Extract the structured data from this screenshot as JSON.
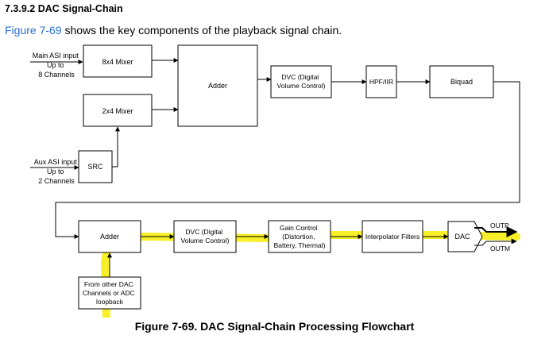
{
  "section": {
    "heading": "7.3.9.2 DAC Signal-Chain",
    "intro_link": "Figure 7-69",
    "intro_rest": " shows the key components of the playback signal chain."
  },
  "diagram": {
    "inputs": {
      "main_asi": [
        "Main ASI input",
        "Up to",
        "8 Channels"
      ],
      "aux_asi": [
        "Aux ASI input",
        "Up to",
        "2 Channels"
      ]
    },
    "blocks": {
      "mixer_8x4": "8x4 Mixer",
      "mixer_2x4": "2x4 Mixer",
      "src": "SRC",
      "adder_top": "Adder",
      "dvc_top": [
        "DVC (Digital",
        "Volume Control)"
      ],
      "hpf_iir": "HPF/IIR",
      "biquad": "Biquad",
      "adder_bottom": "Adder",
      "dvc_bottom": [
        "DVC (Digital",
        "Volume Control)"
      ],
      "gain_control": [
        "Gain Control",
        "(Distortion,",
        "Battery, Thermal)"
      ],
      "interpolator": "Interpolator Filters",
      "dac": "DAC",
      "from_other": [
        "From other DAC",
        "Channels or ADC",
        "loopback"
      ]
    },
    "outputs": {
      "outp": "OUTP",
      "outm": "OUTM"
    },
    "highlight_color": "#f7ee1c"
  },
  "caption": "Figure 7-69. DAC Signal-Chain Processing Flowchart"
}
